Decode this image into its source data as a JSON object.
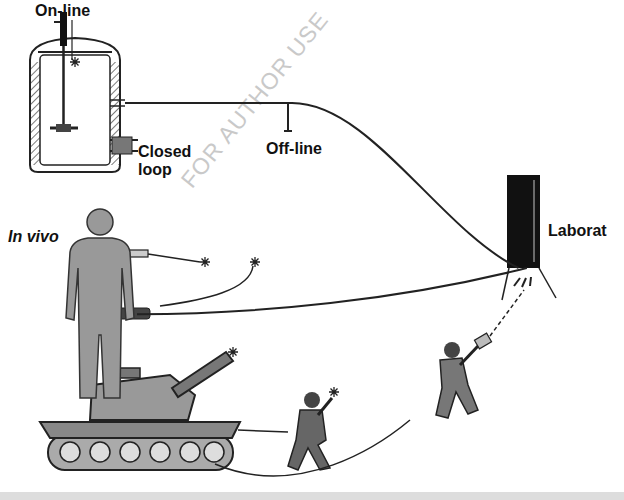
{
  "diagram": {
    "nodes": [
      {
        "text": [
          "On-line",
          "Closed loop"
        ]
      },
      {
        "text": [
          "In vivo"
        ]
      },
      {
        "text": [
          "Laborat"
        ]
      }
    ],
    "edges": [
      {
        "from": 0,
        "to": 2,
        "arrow": "none"
      },
      {
        "from": 1,
        "to": 2,
        "arrow": "none"
      }
    ],
    "labels": [
      "Off-line",
      "FOR AUTHOR USE"
    ]
  }
}
